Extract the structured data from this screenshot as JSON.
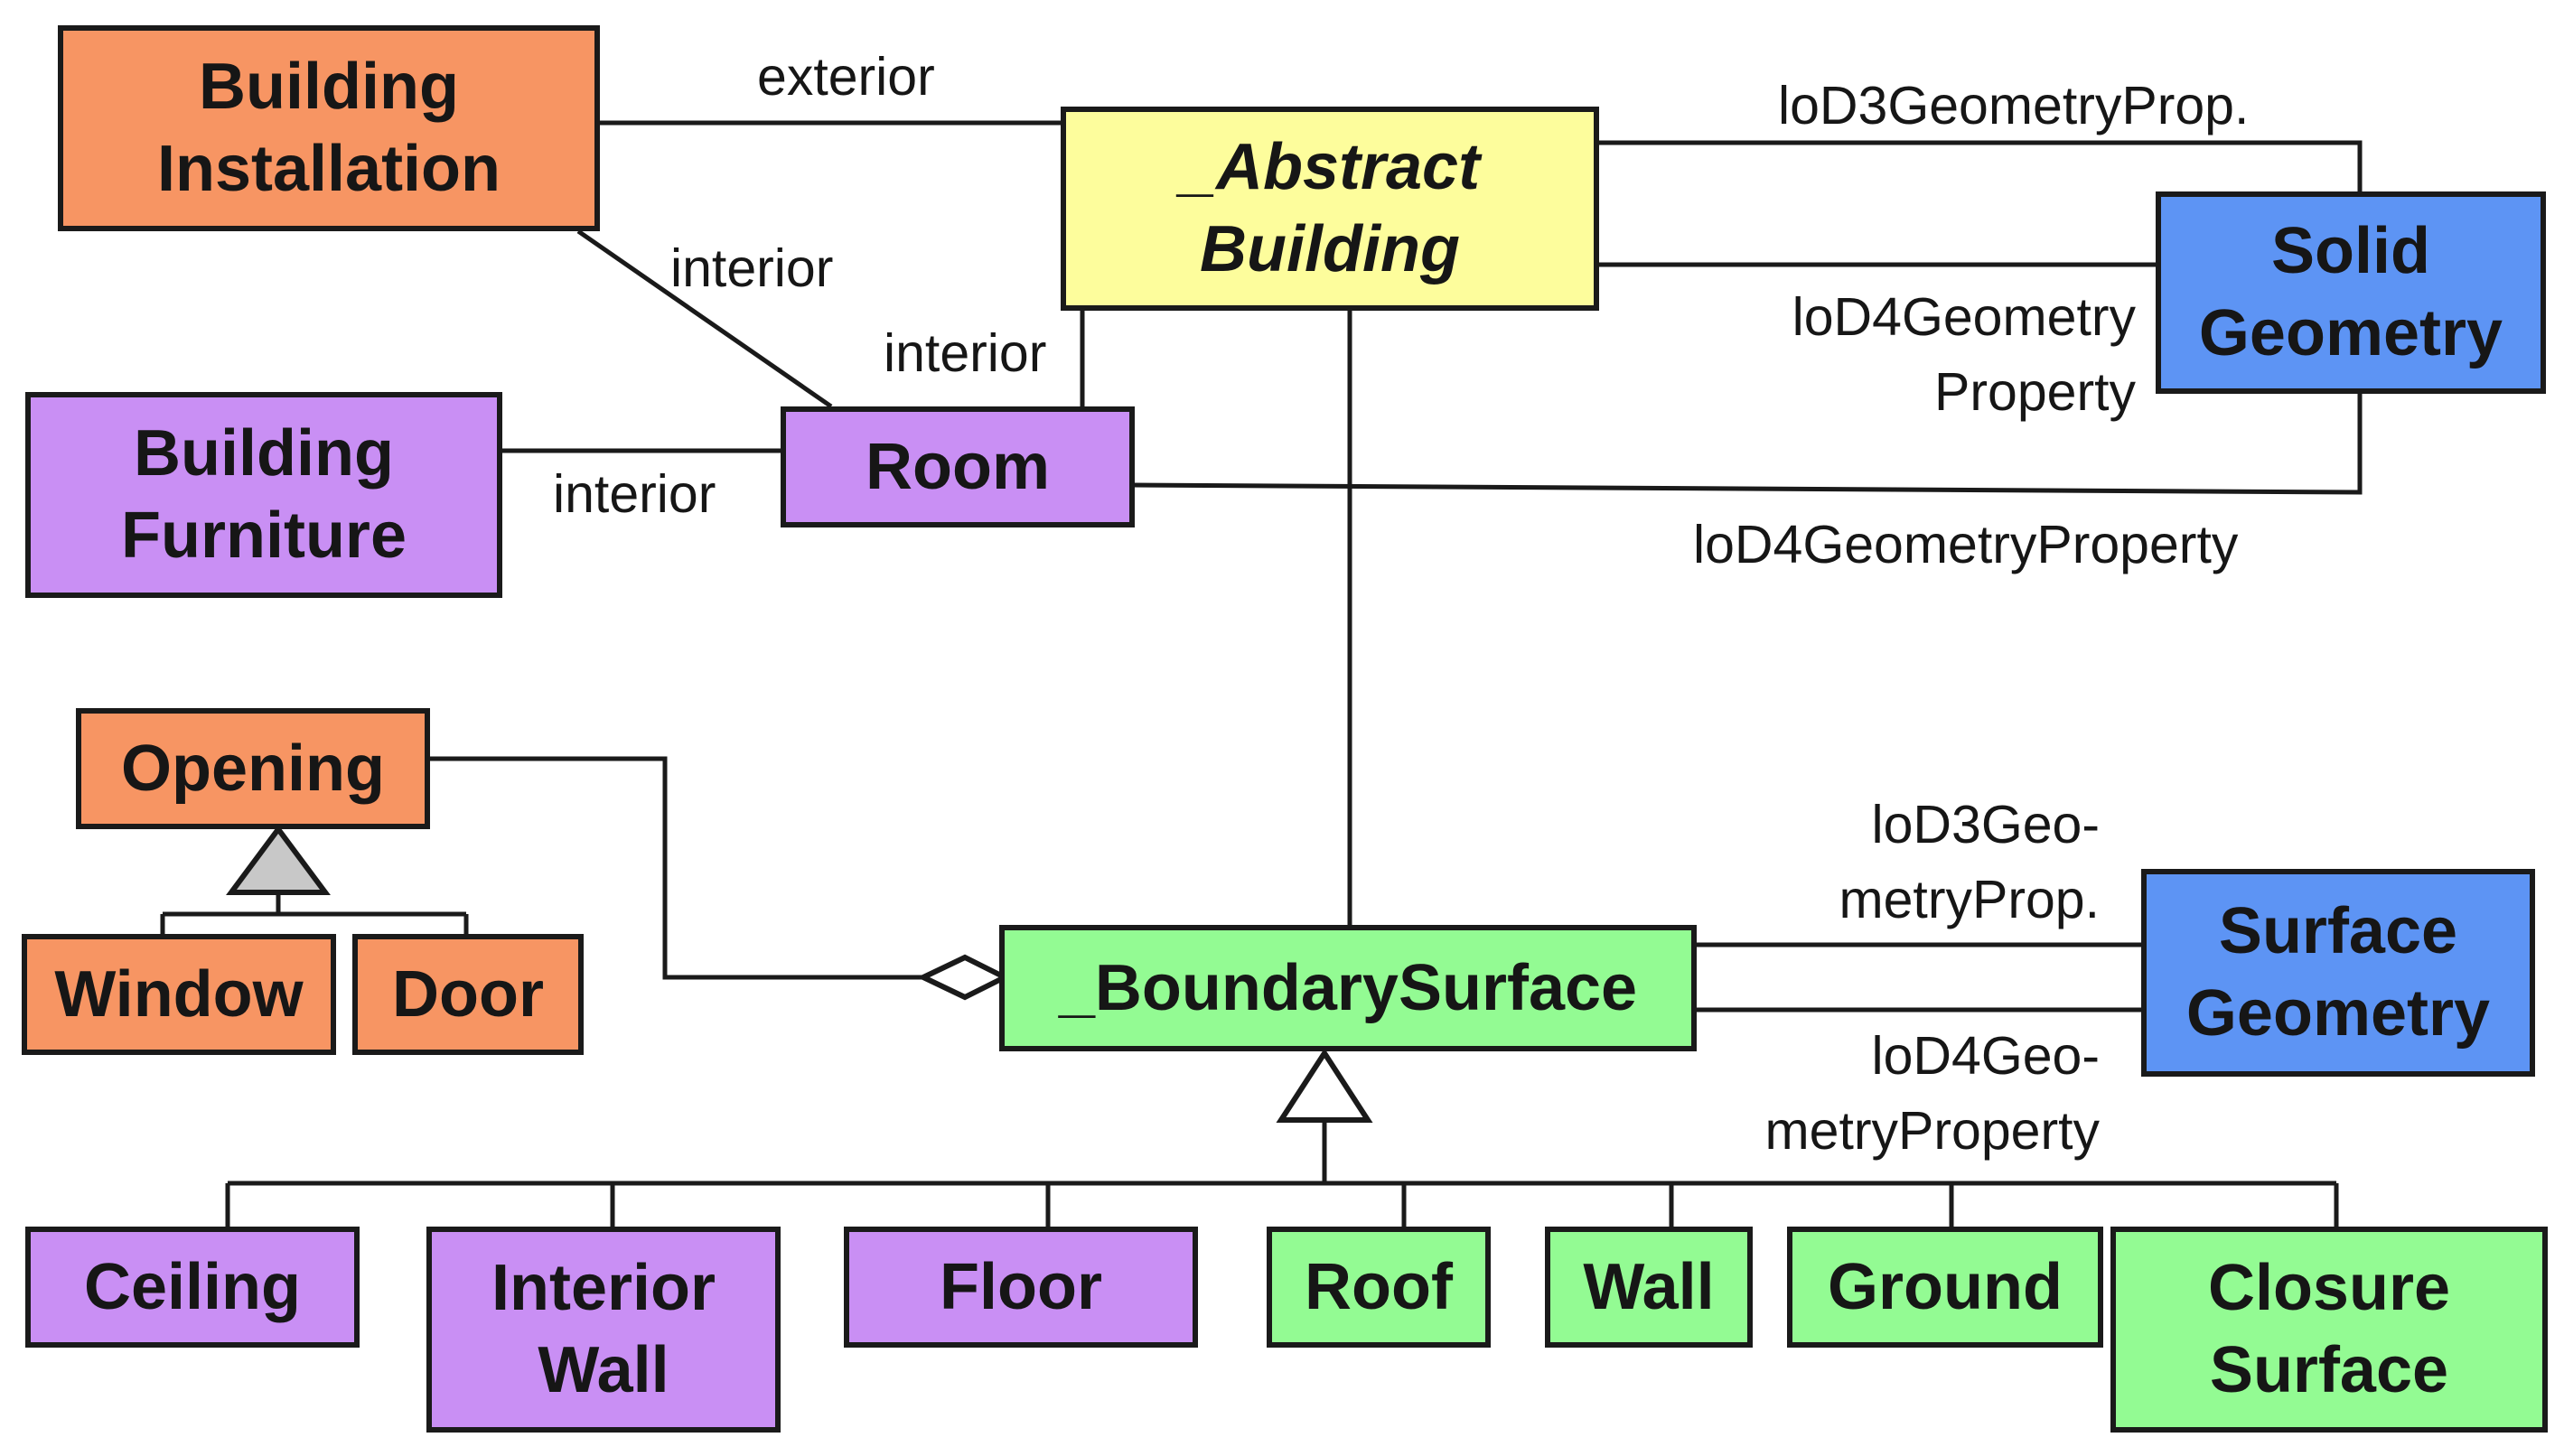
{
  "classes": {
    "building_installation": "Building Installation",
    "abstract_building": "_Abstract Building",
    "solid_geometry": "Solid Geometry",
    "building_furniture": "Building Furniture",
    "room": "Room",
    "opening": "Opening",
    "window": "Window",
    "door": "Door",
    "boundary_surface": "_BoundarySurface",
    "surface_geometry": "Surface Geometry",
    "ceiling": "Ceiling",
    "interior_wall": "Interior Wall",
    "floor": "Floor",
    "roof": "Roof",
    "wall": "Wall",
    "ground": "Ground",
    "closure_surface": "Closure Surface"
  },
  "labels": {
    "exterior": "exterior",
    "interior_installation_room": "interior",
    "interior_room_building": "interior",
    "interior_furniture": "interior",
    "lod3_solid": "loD3GeometryProp.",
    "lod4_solid": "loD4Geometry Property",
    "lod4_room": "loD4GeometryProperty",
    "lod3_surface": "loD3Geo- metryProp.",
    "lod4_surface": "loD4Geo- metryProperty"
  },
  "colors": {
    "orange": "#f79563",
    "purple": "#c98ff4",
    "yellow": "#fdfd9c",
    "blue": "#5d94f4",
    "green": "#93fb93",
    "line": "#1a1a1a",
    "generalization_fill_gray": "#c8c8c8"
  }
}
